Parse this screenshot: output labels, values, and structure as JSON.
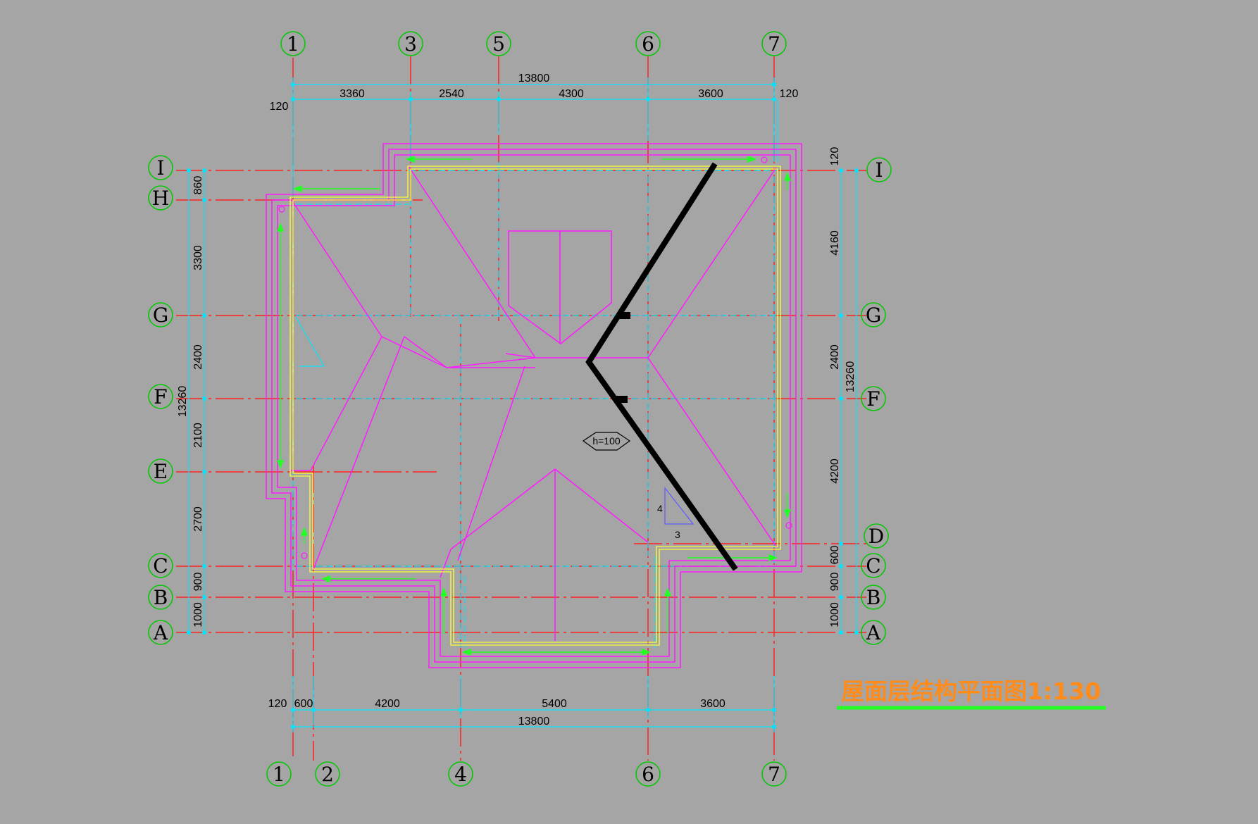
{
  "drawing": {
    "title": "屋面层结构平面图1:130",
    "height_tag": "h=100",
    "slope": {
      "rise": "4",
      "run": "3"
    }
  },
  "axes": {
    "top": [
      "1",
      "3",
      "5",
      "6",
      "7"
    ],
    "bottom": [
      "1",
      "2",
      "4",
      "6",
      "7"
    ],
    "left": [
      "Ⅰ",
      "H",
      "G",
      "F",
      "E",
      "C",
      "B",
      "A"
    ],
    "right": [
      "Ⅰ",
      "G",
      "F",
      "D",
      "C",
      "B",
      "A"
    ]
  },
  "dimensions": {
    "top_total": "13800",
    "top_edge_left": "120",
    "top_edge_right": "120",
    "top_segments": [
      "3360",
      "2540",
      "4300",
      "3600"
    ],
    "bottom_total": "13800",
    "bottom_edge_left": "120",
    "bottom_segments": [
      "600",
      "4200",
      "5400",
      "3600"
    ],
    "left_total": "13260",
    "left_segments": [
      "860",
      "3300",
      "2400",
      "2100",
      "2700",
      "900",
      "1000"
    ],
    "right_total": "13260",
    "right_segments": [
      "120",
      "4160",
      "2400",
      "4200",
      "600",
      "900",
      "1000"
    ]
  },
  "colors": {
    "background": "#a5a5a5",
    "axis_line": "#ff0000",
    "dimension_line": "#00ffff",
    "roof_outline": "#ff00ff",
    "slab_edge": "#ffff00",
    "drain_arrow": "#00ff00",
    "axis_bubble": "#00c800",
    "title_text": "#ff8c1a",
    "section_cut": "#000000"
  }
}
